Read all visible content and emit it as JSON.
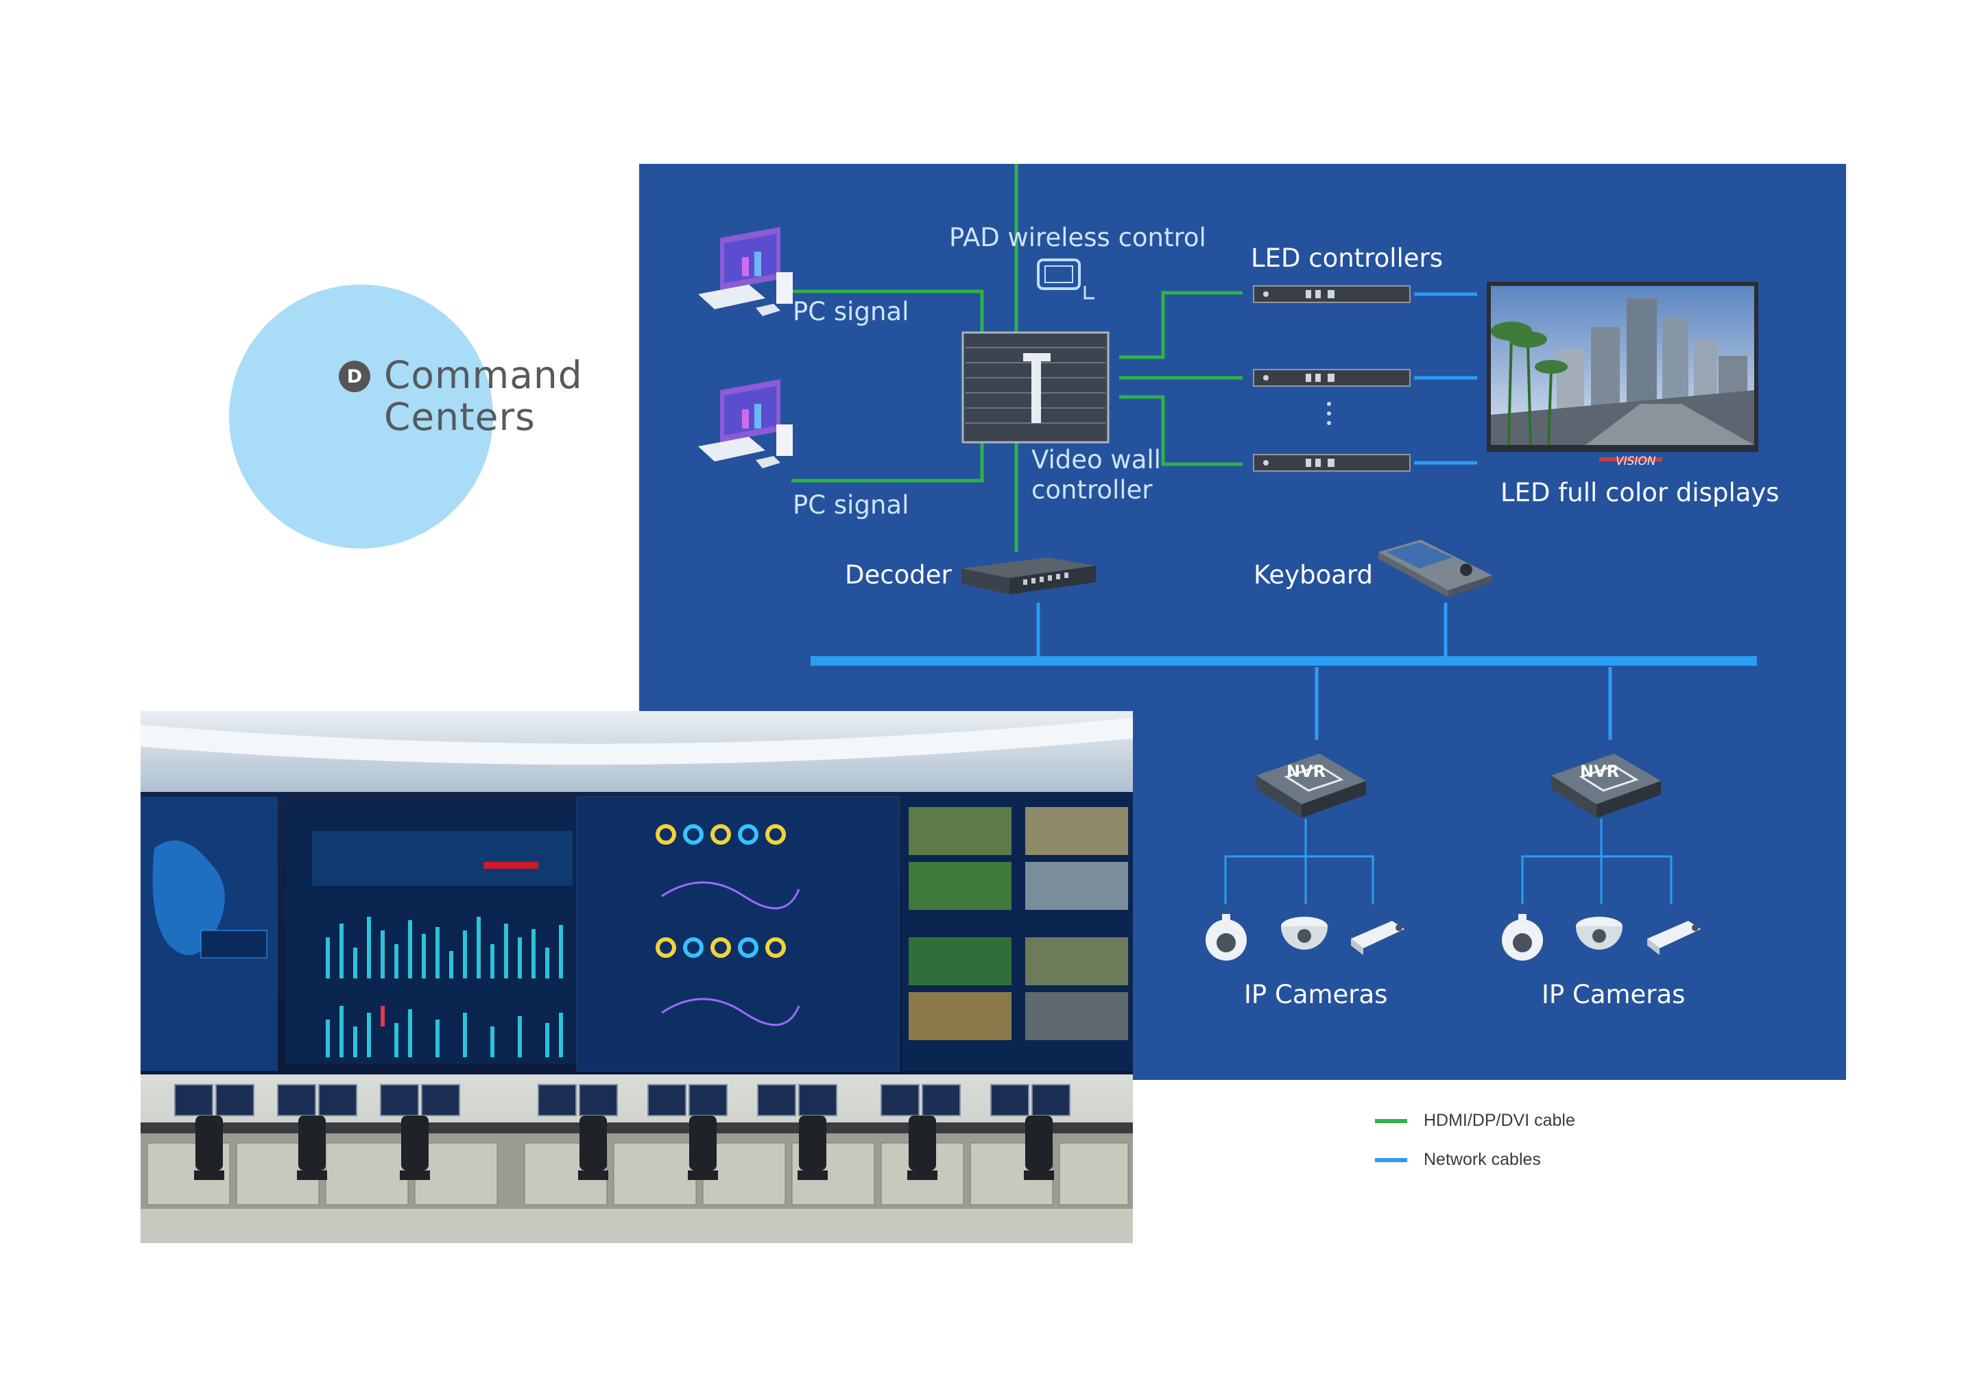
{
  "title": {
    "badge": "D",
    "line1": "Command",
    "line2": "Centers"
  },
  "colors": {
    "panel_bg": "#25529c",
    "hdmi_cable": "#2fb24a",
    "network_cable": "#2a9df4",
    "title_circle": "#a9dcf6"
  },
  "diagram": {
    "pad_label": "PAD wireless control",
    "pc_signal_top": "PC signal",
    "pc_signal_bottom": "PC signal",
    "video_wall_controller": "Video wall\ncontroller",
    "led_controllers": "LED controllers",
    "led_displays": "LED full color displays",
    "decoder": "Decoder",
    "keyboard": "Keyboard",
    "nvr_left": "NVR",
    "nvr_right": "NVR",
    "ip_cameras_left": "IP Cameras",
    "ip_cameras_right": "IP Cameras",
    "display_brand": "VISION"
  },
  "legend": [
    {
      "label": "HDMI/DP/DVI cable",
      "color": "#2fb24a"
    },
    {
      "label": "Network cables",
      "color": "#2a9df4"
    }
  ],
  "photo": {
    "caption_top": "",
    "icons": [
      "video-wall-screen",
      "operator-desk",
      "office-chair"
    ]
  }
}
